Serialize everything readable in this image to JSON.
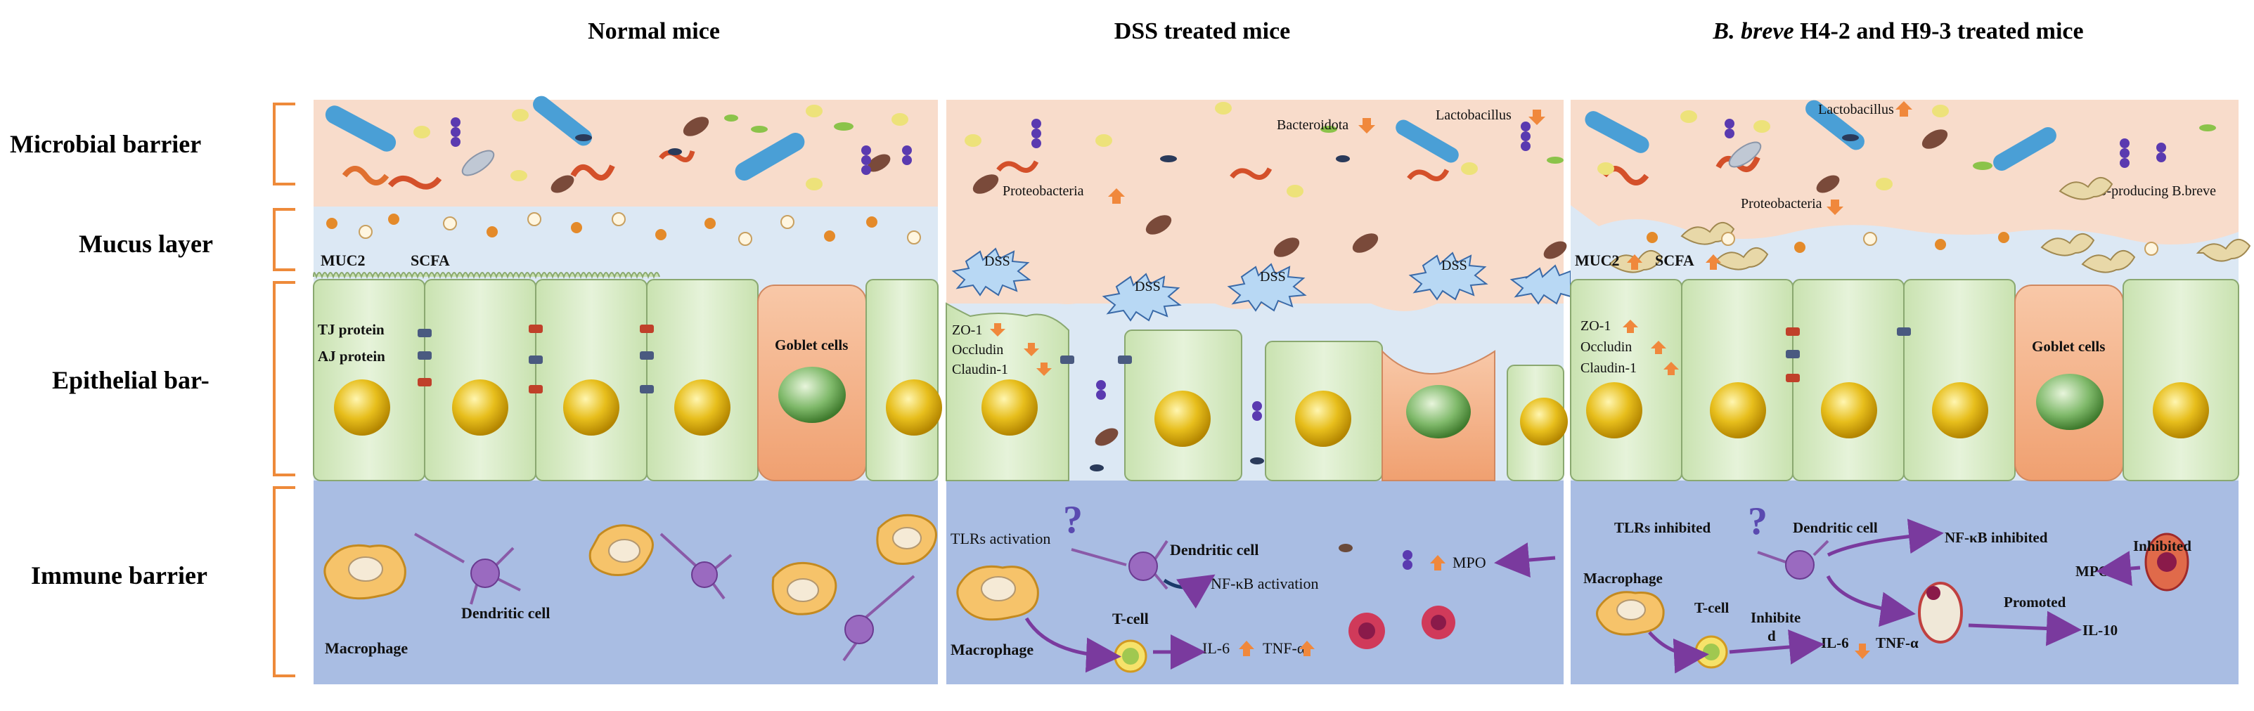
{
  "columns": {
    "normal": "Normal mice",
    "dss": "DSS treated mice",
    "treated_italic": "B. breve",
    "treated_rest": " H4-2 and H9-3 treated mice"
  },
  "rows": {
    "microbial": "Microbial barrier",
    "mucus": "Mucus layer",
    "epithelial": "Epithelial bar-",
    "immune": "Immune barrier"
  },
  "normal_panel": {
    "muc2": "MUC2",
    "scfa": "SCFA",
    "tj": "TJ protein",
    "aj": "AJ protein",
    "goblet": "Goblet cells",
    "macrophage": "Macrophage",
    "dendritic": "Dendritic cell"
  },
  "dss_panel": {
    "bacteroidota": "Bacteroidota",
    "lactobacillus": "Lactobacillus",
    "proteobacteria": "Proteobacteria",
    "dss": "DSS",
    "zo1": "ZO-1",
    "occludin": "Occludin",
    "claudin": "Claudin-1",
    "tlr": "TLRs activation",
    "dendritic": "Dendritic cell",
    "nfkb": "NF-κB activation",
    "mpo": "MPO",
    "macrophage": "Macrophage",
    "tcell": "T-cell",
    "il6": "IL-6",
    "tnf": "TNF-α"
  },
  "treated_panel": {
    "lactobacillus": "Lactobacillus",
    "proteobacteria": "Proteobacteria",
    "eps": "EPS-producing B.breve",
    "muc2": "MUC2",
    "scfa": "SCFA",
    "zo1": "ZO-1",
    "occludin": "Occludin",
    "claudin": "Claudin-1",
    "goblet": "Goblet cells",
    "tlr": "TLRs inhibited",
    "dendritic": "Dendritic cell",
    "nfkb": "NF-κB inhibited",
    "inhibited": "Inhibited",
    "mpo": "MPO",
    "macrophage": "Macrophage",
    "tcell": "T-cell",
    "inhibite": "Inhibite",
    "d": "d",
    "il6": "IL-6",
    "tnf": "TNF-α",
    "promoted": "Promoted",
    "il10": "IL-10"
  },
  "colors": {
    "microbial_bg": "#f8dccb",
    "mucus_bg": "#dce8f4",
    "epithelial_cell": "#d8ebc4",
    "nucleus": "#e2b414",
    "goblet_cell": "#f4b48e",
    "goblet_nucleus": "#6aa84f",
    "immune_bg": "#a9bde3",
    "bracket": "#ee8a3a",
    "arrow_up_down": "#f0883c",
    "pathway_arrow": "#7a3a9e"
  }
}
